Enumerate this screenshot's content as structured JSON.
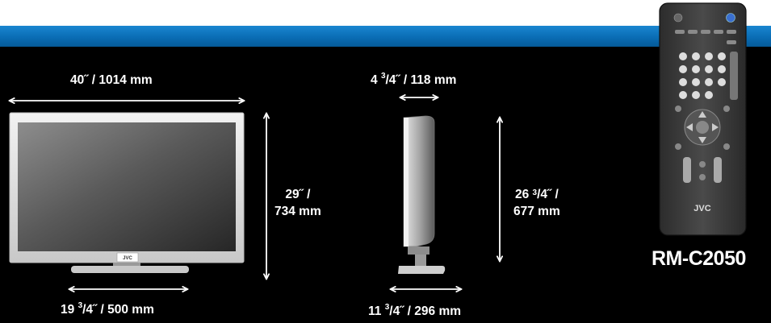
{
  "tv_front": {
    "width": {
      "whole": "40",
      "mark": "˝",
      "sep": " / ",
      "metric": "1014 mm"
    },
    "height": {
      "line1": "29˝ /",
      "line2": "734 mm"
    },
    "stand": {
      "whole": "19 ",
      "num": "3",
      "den": "/4˝",
      "metric": " / 500 mm"
    },
    "logo": "JVC"
  },
  "tv_side": {
    "depth": {
      "whole": "4 ",
      "num": "3",
      "den": "/4˝",
      "metric": " / 118 mm"
    },
    "height": {
      "whole": "26 ",
      "num": "3",
      "den": "/4˝ /",
      "line2": "677 mm"
    },
    "stand": {
      "whole": "11 ",
      "num": "3",
      "den": "/4˝",
      "metric": " / 296 mm"
    }
  },
  "remote": {
    "model": "RM-C2050",
    "logo": "JVC"
  },
  "colors": {
    "band": "#0a6db5",
    "background": "#000000",
    "header": "#ffffff"
  }
}
